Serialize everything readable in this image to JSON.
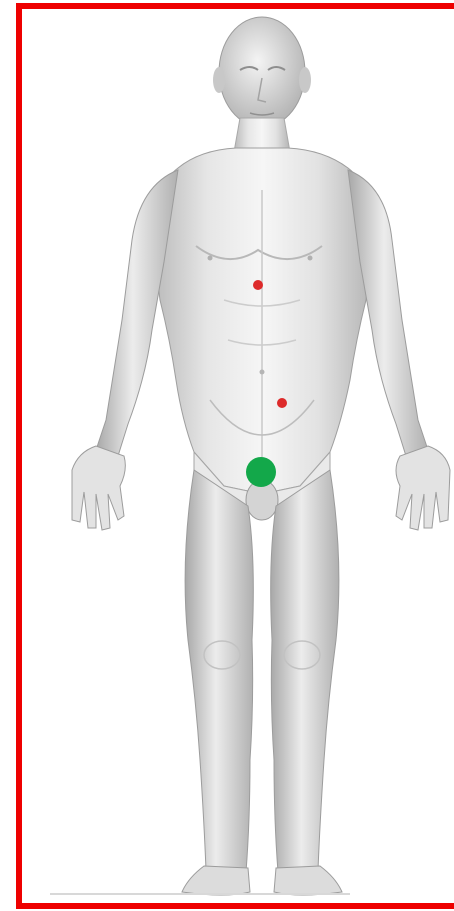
{
  "colors": {
    "frame_border": "#ee0000",
    "marker_small": "#dd2a2a",
    "marker_large": "#13a84a",
    "skin_light": "#f2f2f2",
    "skin_mid": "#d6d6d6",
    "skin_shadow": "#9a9a9a"
  },
  "markers": [
    {
      "id": "upper-abdomen-marker",
      "color": "#dd2a2a",
      "size": "small"
    },
    {
      "id": "lower-abdomen-marker",
      "color": "#dd2a2a",
      "size": "small"
    },
    {
      "id": "groin-marker",
      "color": "#13a84a",
      "size": "large"
    }
  ]
}
